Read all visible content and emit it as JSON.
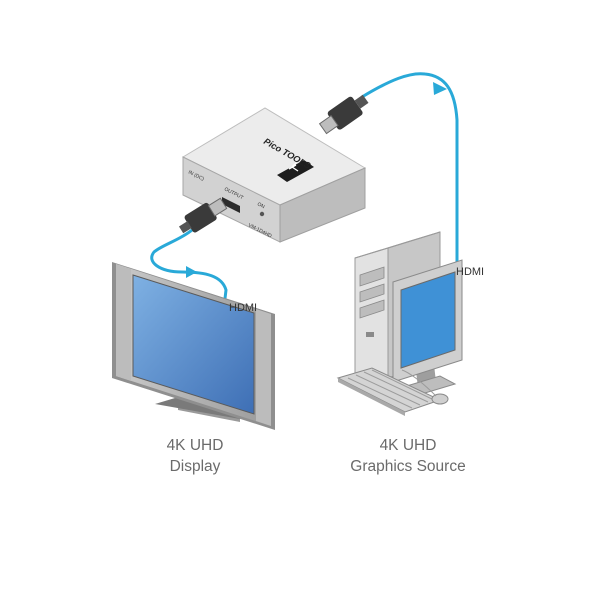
{
  "device": {
    "name": "Pico TOOLS",
    "output_label": "OUTPUT",
    "input_label": "IN (DC)",
    "led_label": "ON",
    "model_label": "VM-1D4HD"
  },
  "cables": {
    "left_label": "HDMI",
    "right_label": "HDMI"
  },
  "display": {
    "caption_line1": "4K UHD",
    "caption_line2": "Display"
  },
  "source": {
    "caption_line1": "4K UHD",
    "caption_line2": "Graphics Source"
  },
  "colors": {
    "cable": "#29a9d8",
    "screen": "#4f83c6",
    "device_body": "#d9d9d9",
    "caption_text": "#6b6b6b"
  },
  "icons": {
    "logo": "kramer-logo-icon",
    "arrow": "flow-arrow-icon"
  }
}
